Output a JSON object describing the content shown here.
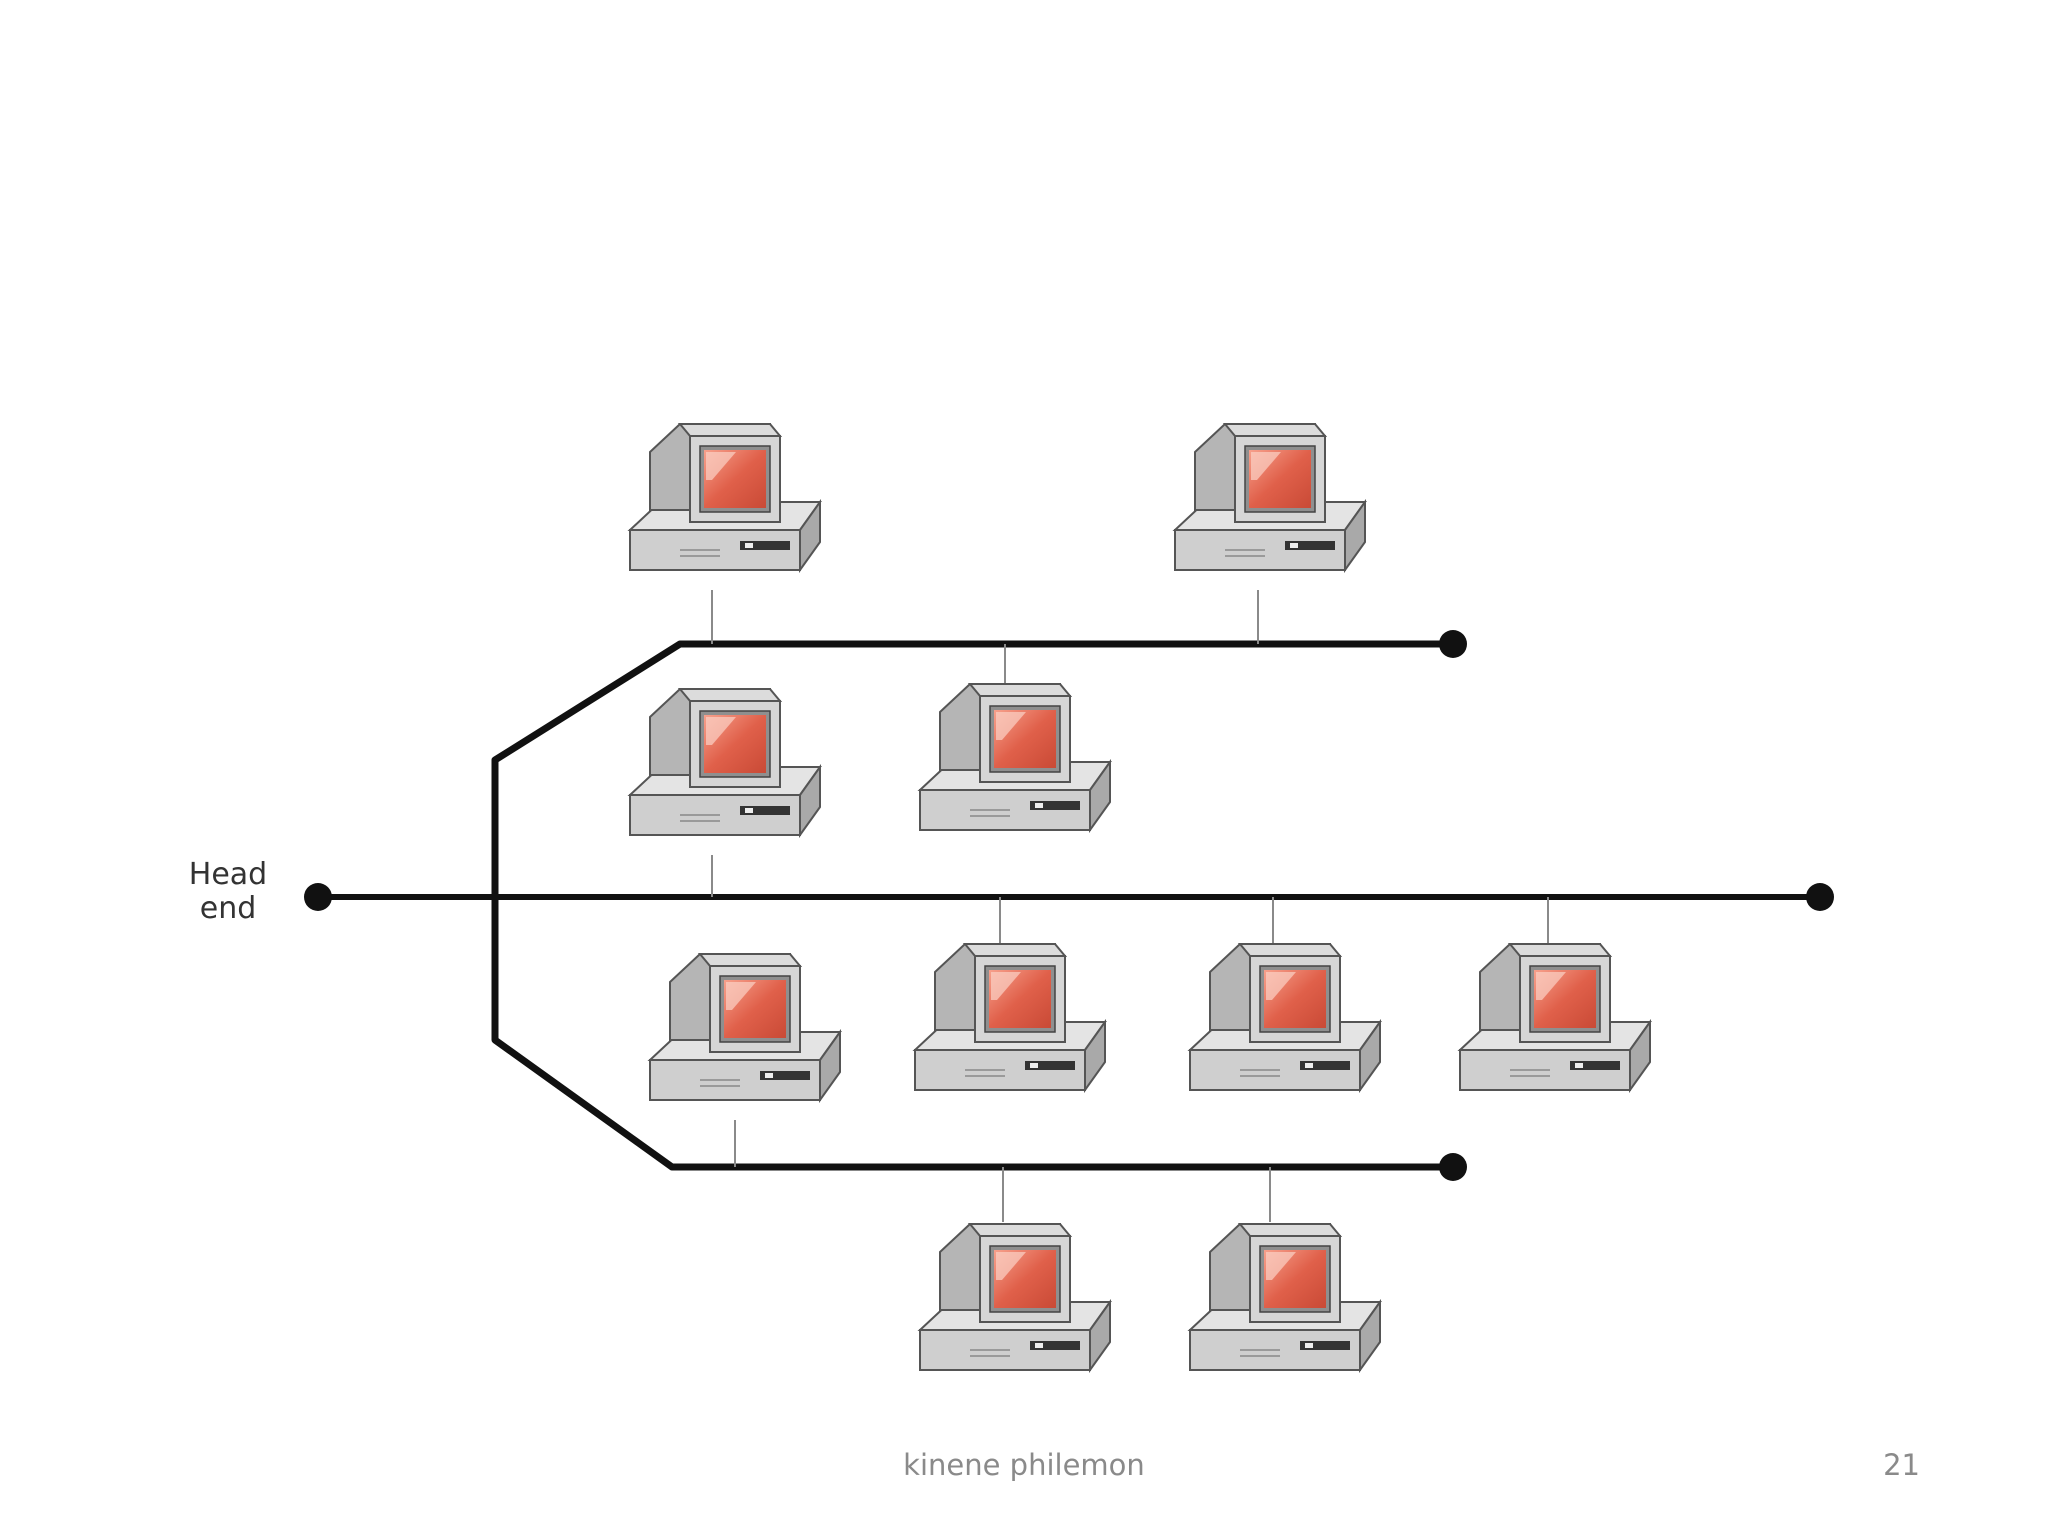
{
  "diagram": {
    "headend_label_line1": "Head",
    "headend_label_line2": "end",
    "colors": {
      "cable": "#111111",
      "drop": "#8a8a8a",
      "screen": "#e0604a",
      "case": "#c8c8c8"
    },
    "icons": [
      "computer-icon"
    ]
  },
  "footer": {
    "author": "kinene philemon",
    "page_number": "21"
  }
}
